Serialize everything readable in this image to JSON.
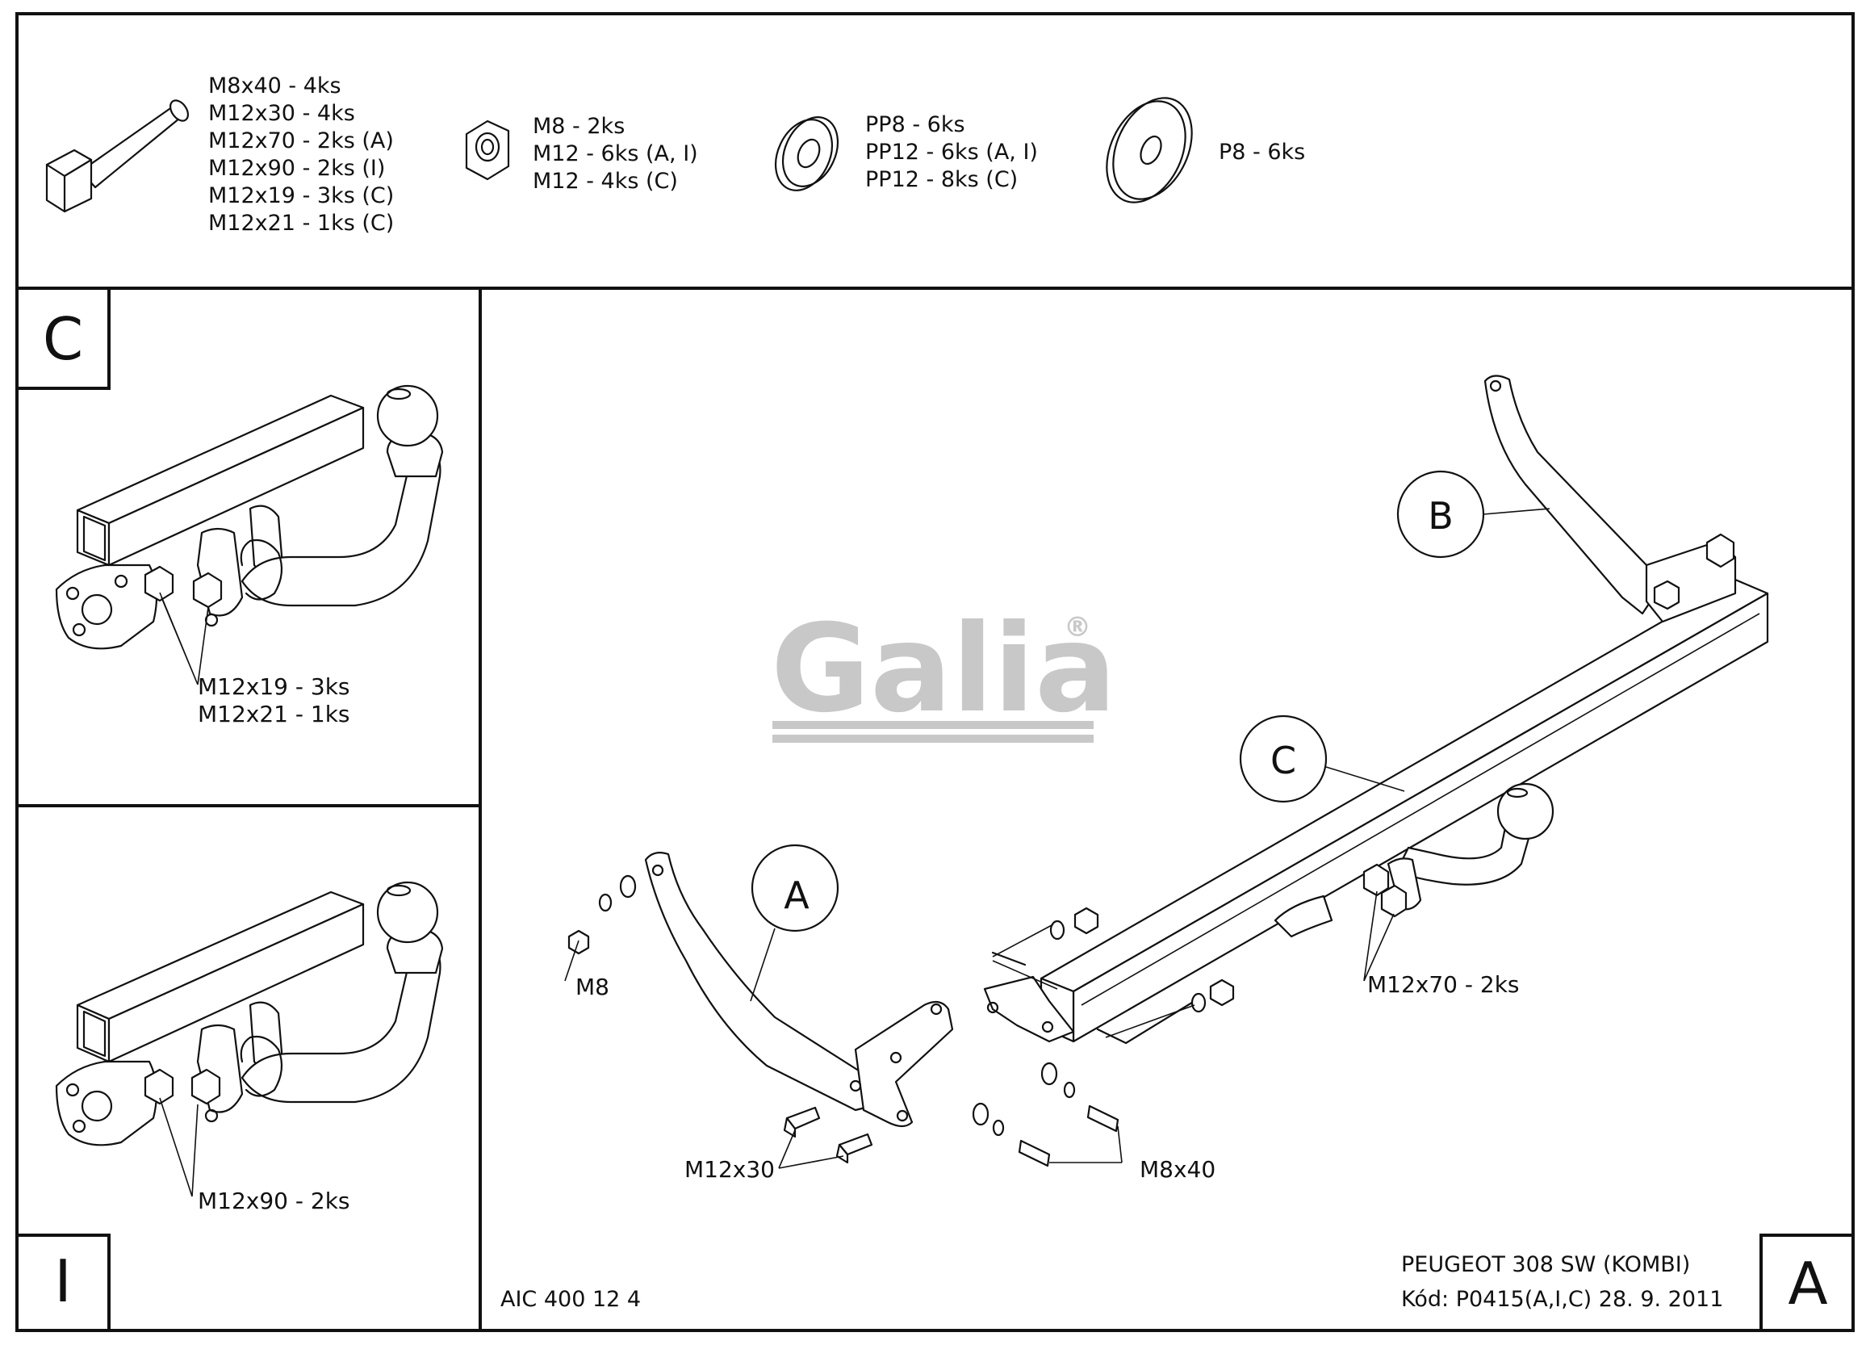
{
  "parts_header": {
    "bolts": [
      "M8x40 - 4ks",
      "M12x30 - 4ks",
      "M12x70 - 2ks (A)",
      "M12x90 - 2ks (I)",
      "M12x19 - 3ks (C)",
      "M12x21 - 1ks (C)"
    ],
    "nuts": [
      "M8 - 2ks",
      "M12 - 6ks (A, I)",
      "M12 - 4ks (C)"
    ],
    "lock_washers": [
      "PP8 - 6ks",
      "PP12 - 6ks (A, I)",
      "PP12 - 8ks (C)"
    ],
    "flat_washers": [
      "P8 - 6ks"
    ]
  },
  "panel_c": {
    "letter": "C",
    "callouts": [
      "M12x19 - 3ks",
      "M12x21 - 1ks"
    ]
  },
  "panel_i": {
    "letter": "I",
    "callouts": [
      "M12x90 - 2ks"
    ]
  },
  "main": {
    "logo_text": "Galia",
    "logo_mark": "®",
    "labels": {
      "a": "A",
      "b": "B",
      "c": "C",
      "m8": "M8",
      "m12x30": "M12x30",
      "m8x40": "M8x40",
      "m12x70": "M12x70 - 2ks"
    },
    "drawing_code": "AIC 400 12 4",
    "vehicle": "PEUGEOT 308 SW (KOMBI)",
    "code_date": "Kód: P0415(A,I,C)  28. 9. 2011",
    "corner_letter": "A"
  }
}
